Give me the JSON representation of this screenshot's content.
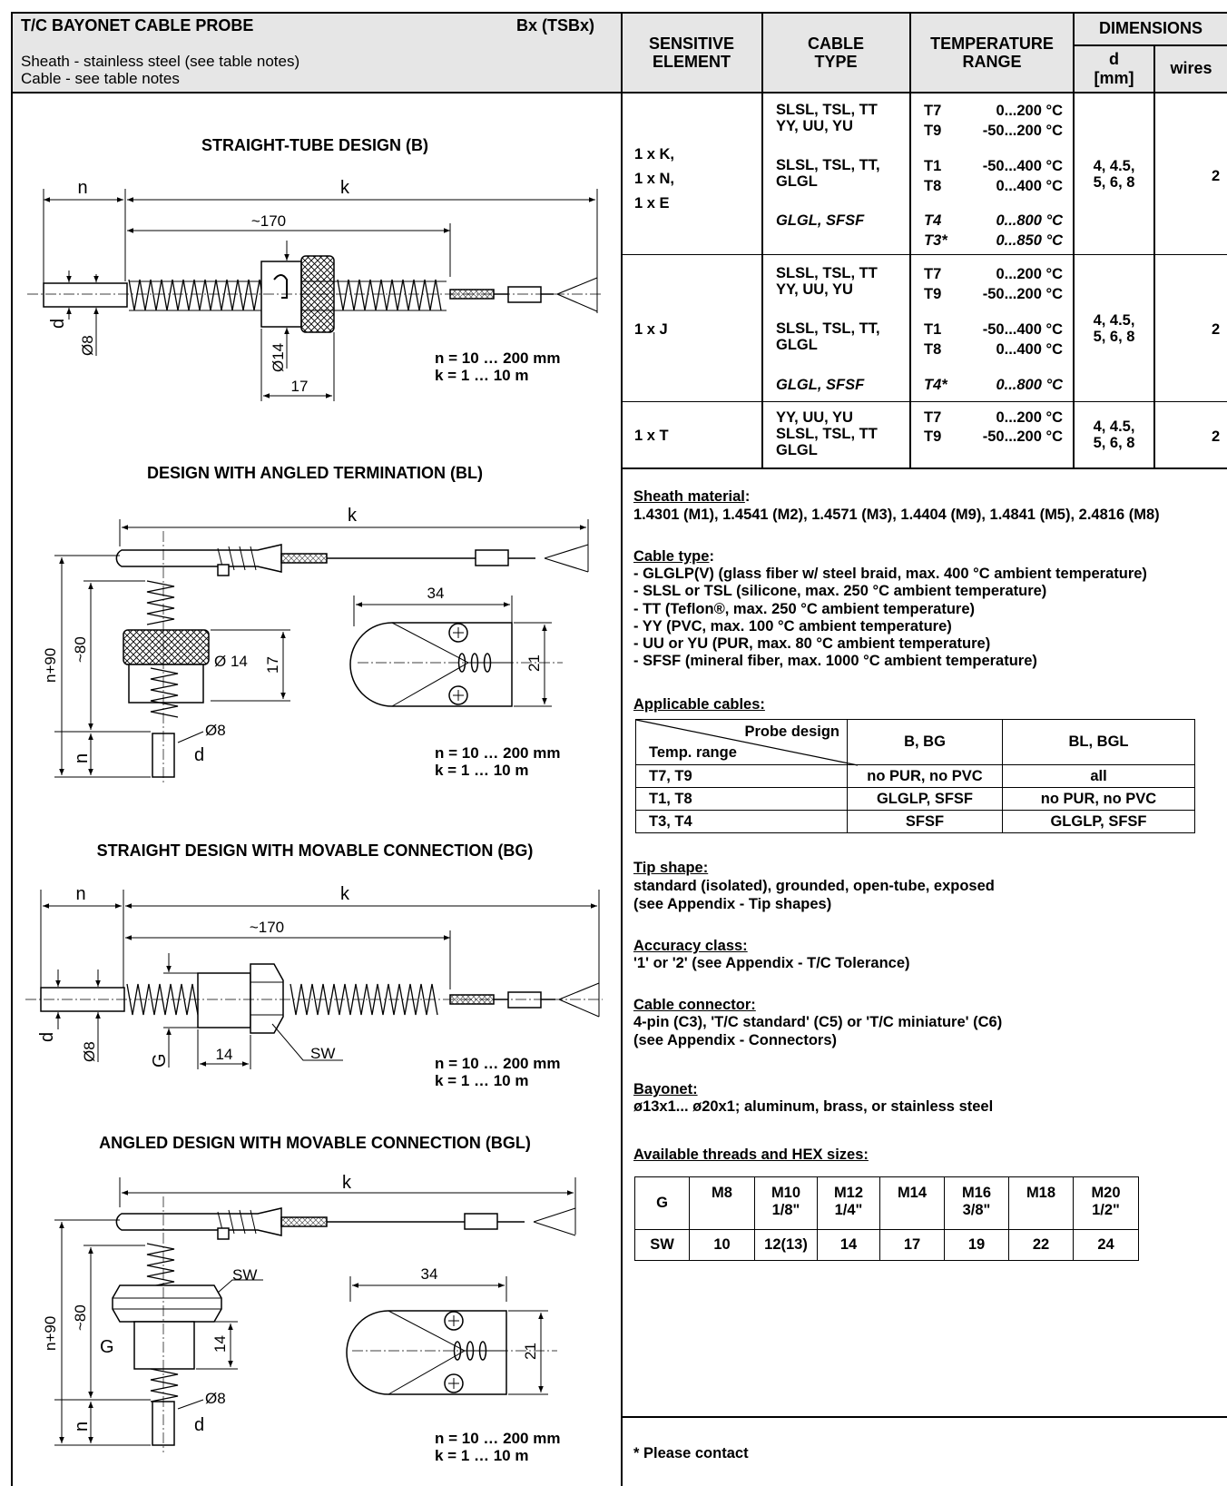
{
  "header": {
    "title": "T/C BAYONET CABLE PROBE",
    "code": "Bx (TSBx)",
    "sheath": "Sheath - stainless steel (see table notes)",
    "cable": "Cable - see table notes"
  },
  "table_headers": {
    "sensitive_1": "SENSITIVE",
    "sensitive_2": "ELEMENT",
    "cable_1": "CABLE",
    "cable_2": "TYPE",
    "temp_1": "TEMPERATURE",
    "temp_2": "RANGE",
    "dimensions": "DIMENSIONS",
    "d_1": "d",
    "d_2": "[mm]",
    "wires": "wires"
  },
  "rows": [
    {
      "element": [
        "1 x K,",
        "1 x N,",
        "1 x E"
      ],
      "cables": [
        [
          "SLSL, TSL, TT",
          "YY, UU, YU"
        ],
        [
          "SLSL, TSL, TT,",
          "GLGL"
        ],
        [
          "GLGL, SFSF"
        ]
      ],
      "temps": [
        [
          "T7",
          "0...200 °C"
        ],
        [
          "T9",
          "-50...200 °C"
        ],
        [
          "T1",
          "-50...400 °C"
        ],
        [
          "T8",
          "0...400 °C"
        ],
        [
          "T4",
          "0...800 °C"
        ],
        [
          "T3*",
          "0...850 °C"
        ]
      ],
      "d": [
        "4, 4.5,",
        "5, 6, 8"
      ],
      "wires": "2"
    },
    {
      "element": [
        "1 x J"
      ],
      "cables": [
        [
          "SLSL, TSL, TT",
          "YY, UU, YU"
        ],
        [
          "SLSL, TSL, TT,",
          "GLGL"
        ],
        [
          "GLGL, SFSF"
        ]
      ],
      "temps": [
        [
          "T7",
          "0...200 °C"
        ],
        [
          "T9",
          "-50...200 °C"
        ],
        [
          "T1",
          "-50...400 °C"
        ],
        [
          "T8",
          "0...400 °C"
        ],
        [
          "T4*",
          "0...800 °C"
        ]
      ],
      "d": [
        "4, 4.5,",
        "5, 6, 8"
      ],
      "wires": "2"
    },
    {
      "element": [
        "1 x T"
      ],
      "cables": [
        [
          "YY, UU, YU",
          "SLSL, TSL, TT",
          "GLGL"
        ]
      ],
      "temps": [
        [
          "T7",
          "0...200 °C"
        ],
        [
          "T9",
          "-50...200 °C"
        ]
      ],
      "d": [
        "4, 4.5,",
        "5, 6, 8"
      ],
      "wires": "2"
    }
  ],
  "notes": {
    "sheath_title": "Sheath material",
    "sheath_text": "1.4301 (M1), 1.4541 (M2), 1.4571 (M3), 1.4404 (M9), 1.4841 (M5), 2.4816 (M8)",
    "cable_title": "Cable type",
    "cable_lines": [
      "- GLGLP(V) (glass fiber w/ steel braid, max. 400 °C ambient temperature)",
      "- SLSL or TSL (silicone, max. 250 °C ambient temperature)",
      "- TT (Teflon®, max. 250 °C ambient temperature)",
      "- YY (PVC, max. 100 °C ambient temperature)",
      "- UU or YU (PUR, max. 80 °C ambient temperature)",
      "- SFSF (mineral fiber, max. 1000 °C ambient temperature)"
    ],
    "applicable_title": "Applicable cables:",
    "applicable": {
      "corner_top": "Probe design",
      "corner_bottom": "Temp. range",
      "col1": "B, BG",
      "col2": "BL, BGL",
      "rows": [
        [
          "T7, T9",
          "no PUR, no PVC",
          "all"
        ],
        [
          "T1, T8",
          "GLGLP, SFSF",
          "no PUR, no PVC"
        ],
        [
          "T3, T4",
          "SFSF",
          "GLGLP, SFSF"
        ]
      ]
    },
    "tip_title": "Tip shape:",
    "tip_lines": [
      "standard (isolated), grounded, open-tube, exposed",
      "(see Appendix - Tip shapes)"
    ],
    "accuracy_title": "Accuracy class:",
    "accuracy_text": "'1' or '2' (see Appendix - T/C Tolerance)",
    "connector_title": "Cable connector:",
    "connector_lines": [
      "4-pin (C3), 'T/C standard' (C5) or 'T/C miniature' (C6)",
      "(see Appendix - Connectors)"
    ],
    "bayonet_title": "Bayonet:",
    "bayonet_text": "ø13x1... ø20x1; aluminum, brass, or stainless steel",
    "threads_title": "Available threads and HEX sizes:",
    "threads": {
      "g_label": "G",
      "sw_label": "SW",
      "g": [
        [
          "M8"
        ],
        [
          "M10",
          "1/8\""
        ],
        [
          "M12",
          "1/4\""
        ],
        [
          "M14"
        ],
        [
          "M16",
          "3/8\""
        ],
        [
          "M18"
        ],
        [
          "M20",
          "1/2\""
        ]
      ],
      "sw": [
        "10",
        "12(13)",
        "14",
        "17",
        "19",
        "22",
        "24"
      ]
    },
    "contact": "* Please contact"
  },
  "drawings": {
    "b": {
      "title": "STRAIGHT-TUBE DESIGN (B)",
      "n": "n",
      "k": "k",
      "len170": "~170",
      "d": "d",
      "d8": "Ø8",
      "d14": "Ø14",
      "l17": "17",
      "n_range": "n = 10 … 200 mm",
      "k_range": "k = 1 … 10 m"
    },
    "bl": {
      "title": "DESIGN WITH ANGLED TERMINATION (BL)",
      "k": "k",
      "l34": "34",
      "d14": "Ø 14",
      "l17": "17",
      "l21": "21",
      "n90": "n+90",
      "l80": "~80",
      "d8": "Ø8",
      "n": "n",
      "d": "d",
      "n_range": "n = 10 … 200 mm",
      "k_range": "k = 1 … 10 m"
    },
    "bg": {
      "title": "STRAIGHT DESIGN WITH MOVABLE CONNECTION (BG)",
      "n": "n",
      "k": "k",
      "len170": "~170",
      "d": "d",
      "d8": "Ø8",
      "g": "G",
      "l14": "14",
      "sw": "SW",
      "n_range": "n = 10 … 200 mm",
      "k_range": "k = 1 … 10 m"
    },
    "bgl": {
      "title": "ANGLED DESIGN WITH MOVABLE CONNECTION (BGL)",
      "k": "k",
      "sw": "SW",
      "l34": "34",
      "n90": "n+90",
      "l80": "~80",
      "g": "G",
      "l14": "14",
      "l21": "21",
      "d8": "Ø8",
      "n": "n",
      "d": "d",
      "n_range": "n = 10 … 200 mm",
      "k_range": "k = 1 … 10 m"
    }
  }
}
